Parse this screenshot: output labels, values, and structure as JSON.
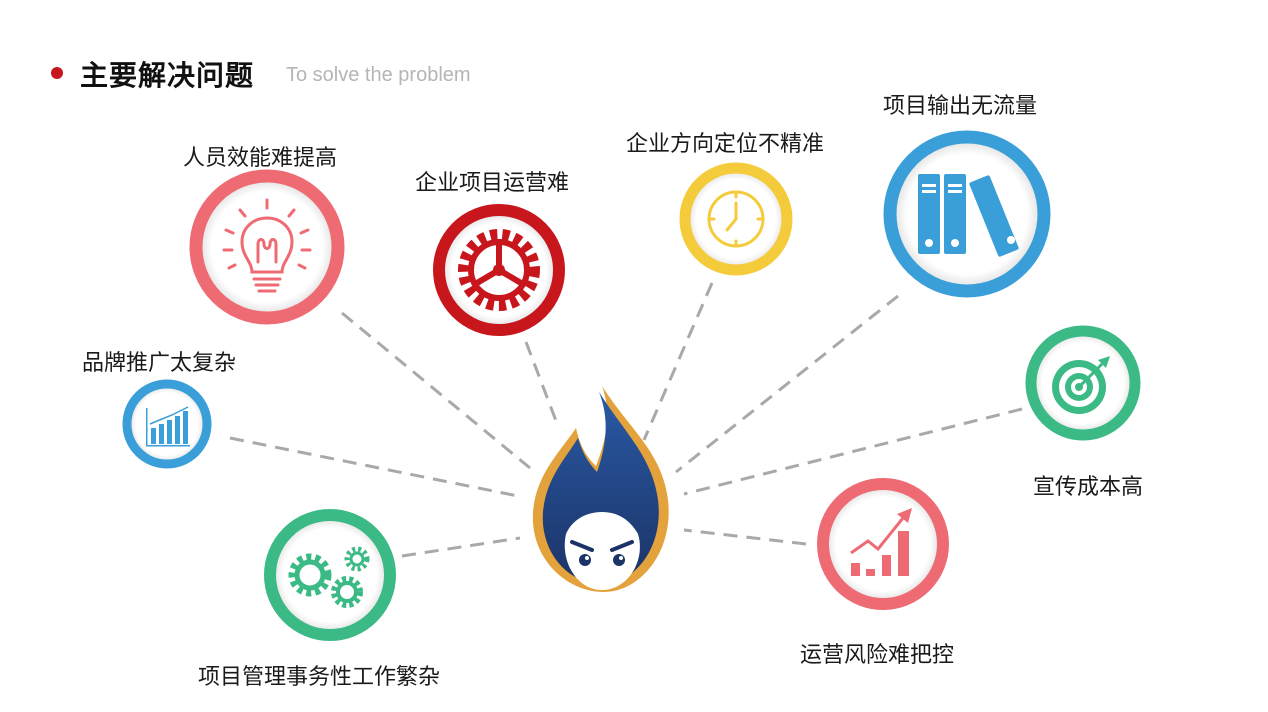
{
  "header": {
    "title": "主要解决问题",
    "subtitle": "To solve the problem",
    "accent_color": "#c8161d"
  },
  "problems": [
    {
      "label": "人员效能难提高",
      "icon": "lightbulb-icon",
      "color": "#ee6b73"
    },
    {
      "label": "企业项目运营难",
      "icon": "gear-icon",
      "color": "#c8161d"
    },
    {
      "label": "企业方向定位不精准",
      "icon": "clock-icon",
      "color": "#f4cb3a"
    },
    {
      "label": "项目输出无流量",
      "icon": "binders-icon",
      "color": "#3a9fd8"
    },
    {
      "label": "品牌推广太复杂",
      "icon": "bar-chart-icon",
      "color": "#3a9fd8"
    },
    {
      "label": "宣传成本高",
      "icon": "target-icon",
      "color": "#3cba86"
    },
    {
      "label": "项目管理事务性工作繁杂",
      "icon": "gears-icon",
      "color": "#3cba86"
    },
    {
      "label": "运营风险难把控",
      "icon": "growth-chart-icon",
      "color": "#ee6b73"
    }
  ],
  "center": {
    "icon": "flame-mascot-icon",
    "color": "#1f3f7a",
    "accent": "#e3a23b"
  }
}
